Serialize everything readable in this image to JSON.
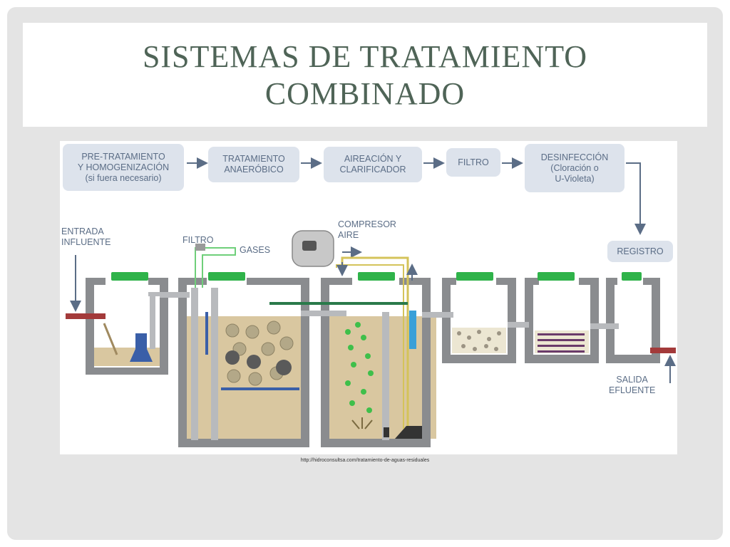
{
  "slide": {
    "title_line1": "SISTEMAS DE TRATAMIENTO",
    "title_line2": "COMBINADO",
    "source_url": "http://hidroconsultsa.com/tratamiento-de-aguas-residuales"
  },
  "steps": [
    {
      "line1": "PRE-TRATAMIENTO",
      "line2": "Y HOMOGENIZACIÓN",
      "line3": "(si fuera necesario)"
    },
    {
      "line1": "TRATAMIENTO",
      "line2": "ANAERÓBICO",
      "line3": ""
    },
    {
      "line1": "AIREACIÓN Y",
      "line2": "CLARIFICADOR",
      "line3": ""
    },
    {
      "line1": "FILTRO",
      "line2": "",
      "line3": ""
    },
    {
      "line1": "DESINFECCIÓN",
      "line2": "(Cloración o",
      "line3": "U-Violeta)"
    }
  ],
  "labels": {
    "entrada_line1": "ENTRADA",
    "entrada_line2": "INFLUENTE",
    "filtro": "FILTRO",
    "gases": "GASES",
    "compresor_line1": "COMPRESOR",
    "compresor_line2": "AIRE",
    "registro": "REGISTRO",
    "salida_line1": "SALIDA",
    "salida_line2": "EFLUENTE"
  },
  "colors": {
    "wall": "#8a8c8f",
    "water": "#d9c7a0",
    "lid": "#2fb34a",
    "pipe_red": "#a33a3a",
    "arrow": "#5b6d86",
    "bubble": "#3fbf4a",
    "box": "#dde3ec"
  }
}
